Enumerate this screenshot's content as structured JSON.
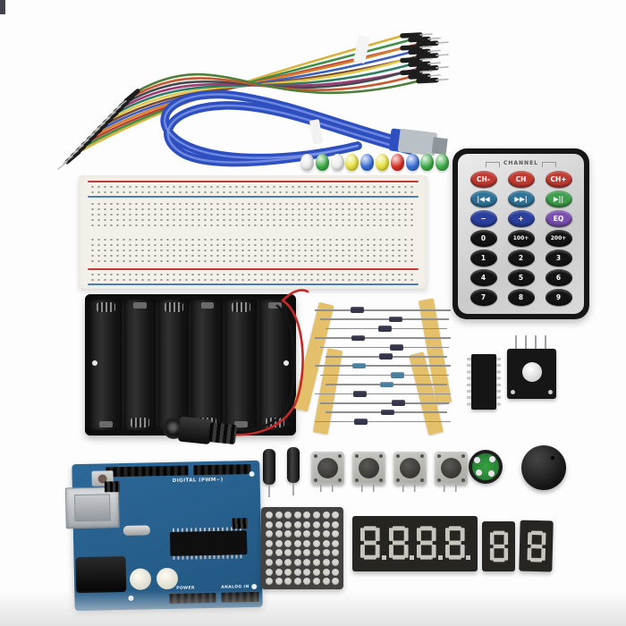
{
  "scene": {
    "type": "product-photo",
    "subject": "Arduino UNO starter kit components flat lay"
  },
  "jumper_wires": {
    "colors": [
      "#d9b23a",
      "#3e8f45",
      "#bf4030",
      "#d87f2f",
      "#3b5fc0",
      "#7b4a2e",
      "#e0c84a",
      "#2e7d64",
      "#9c3b74",
      "#44484f",
      "#c8572f",
      "#4f7f3a"
    ]
  },
  "usb_cable": {
    "color": "#2e4fc0",
    "highlight": "#7f97e8",
    "connector": "#b9c0c6"
  },
  "leds": {
    "colors": [
      "#ececec",
      "#3fae4a",
      "#ececec",
      "#e8e23e",
      "#3a6fd8",
      "#e8e23e",
      "#d93025",
      "#3a6fd8",
      "#3fae4a",
      "#3fae4a"
    ]
  },
  "breadboard": {
    "body": "#f3f0e9",
    "rail_red": "#c23b33",
    "rail_blue": "#4a7fb5"
  },
  "remote": {
    "title": "CHANNEL",
    "rows": [
      [
        {
          "label": "CH-",
          "bg": "#c03a31"
        },
        {
          "label": "CH",
          "bg": "#c03a31"
        },
        {
          "label": "CH+",
          "bg": "#c03a31"
        }
      ],
      [
        {
          "label": "|◀◀",
          "bg": "#2e7296"
        },
        {
          "label": "▶▶|",
          "bg": "#2e7296"
        },
        {
          "label": "▶||",
          "bg": "#3f9e4d"
        }
      ],
      [
        {
          "label": "−",
          "bg": "#2b3f9e"
        },
        {
          "label": "+",
          "bg": "#2b3f9e"
        },
        {
          "label": "EQ",
          "bg": "#7a4fae"
        }
      ],
      [
        {
          "label": "0",
          "bg": "#141414"
        },
        {
          "label": "100+",
          "bg": "#141414"
        },
        {
          "label": "200+",
          "bg": "#141414"
        }
      ],
      [
        {
          "label": "1",
          "bg": "#141414"
        },
        {
          "label": "2",
          "bg": "#141414"
        },
        {
          "label": "3",
          "bg": "#141414"
        }
      ],
      [
        {
          "label": "4",
          "bg": "#141414"
        },
        {
          "label": "5",
          "bg": "#141414"
        },
        {
          "label": "6",
          "bg": "#141414"
        }
      ],
      [
        {
          "label": "7",
          "bg": "#141414"
        },
        {
          "label": "8",
          "bg": "#141414"
        },
        {
          "label": "9",
          "bg": "#141414"
        }
      ]
    ]
  },
  "battery_holder": {
    "cells": 6,
    "wire_red": "#c62828",
    "wire_black": "#161616"
  },
  "resistors": {
    "count": 13,
    "tape": "#e5c06a",
    "body_dark": "#34344a",
    "body_blue": "#4a7f9e"
  },
  "push_buttons": {
    "count": 4
  },
  "displays": {
    "four_digit": "8.8.8.8.",
    "single_left": "8",
    "single_right": "8",
    "segment_color": "#c8c5bf"
  },
  "arduino": {
    "board": "#2a6497",
    "labels": {
      "digital": "DIGITAL (PWM~)",
      "power": "POWER",
      "analog": "ANALOG IN"
    }
  },
  "led_matrix": {
    "rows": 8,
    "cols": 8,
    "dot": "#d6d4cf"
  },
  "components": [
    {
      "name": "jumper-wires"
    },
    {
      "name": "usb-cable"
    },
    {
      "name": "ir-remote"
    },
    {
      "name": "breadboard"
    },
    {
      "name": "led-assortment"
    },
    {
      "name": "battery-holder-6xAA"
    },
    {
      "name": "barrel-plug"
    },
    {
      "name": "resistor-assortment"
    },
    {
      "name": "dip-ic-chip"
    },
    {
      "name": "rgb-led-module"
    },
    {
      "name": "electrolytic-capacitors"
    },
    {
      "name": "push-buttons"
    },
    {
      "name": "buzzers"
    },
    {
      "name": "arduino-uno-board"
    },
    {
      "name": "led-dot-matrix-8x8"
    },
    {
      "name": "seven-segment-4-digit"
    },
    {
      "name": "seven-segment-1-digit"
    }
  ]
}
